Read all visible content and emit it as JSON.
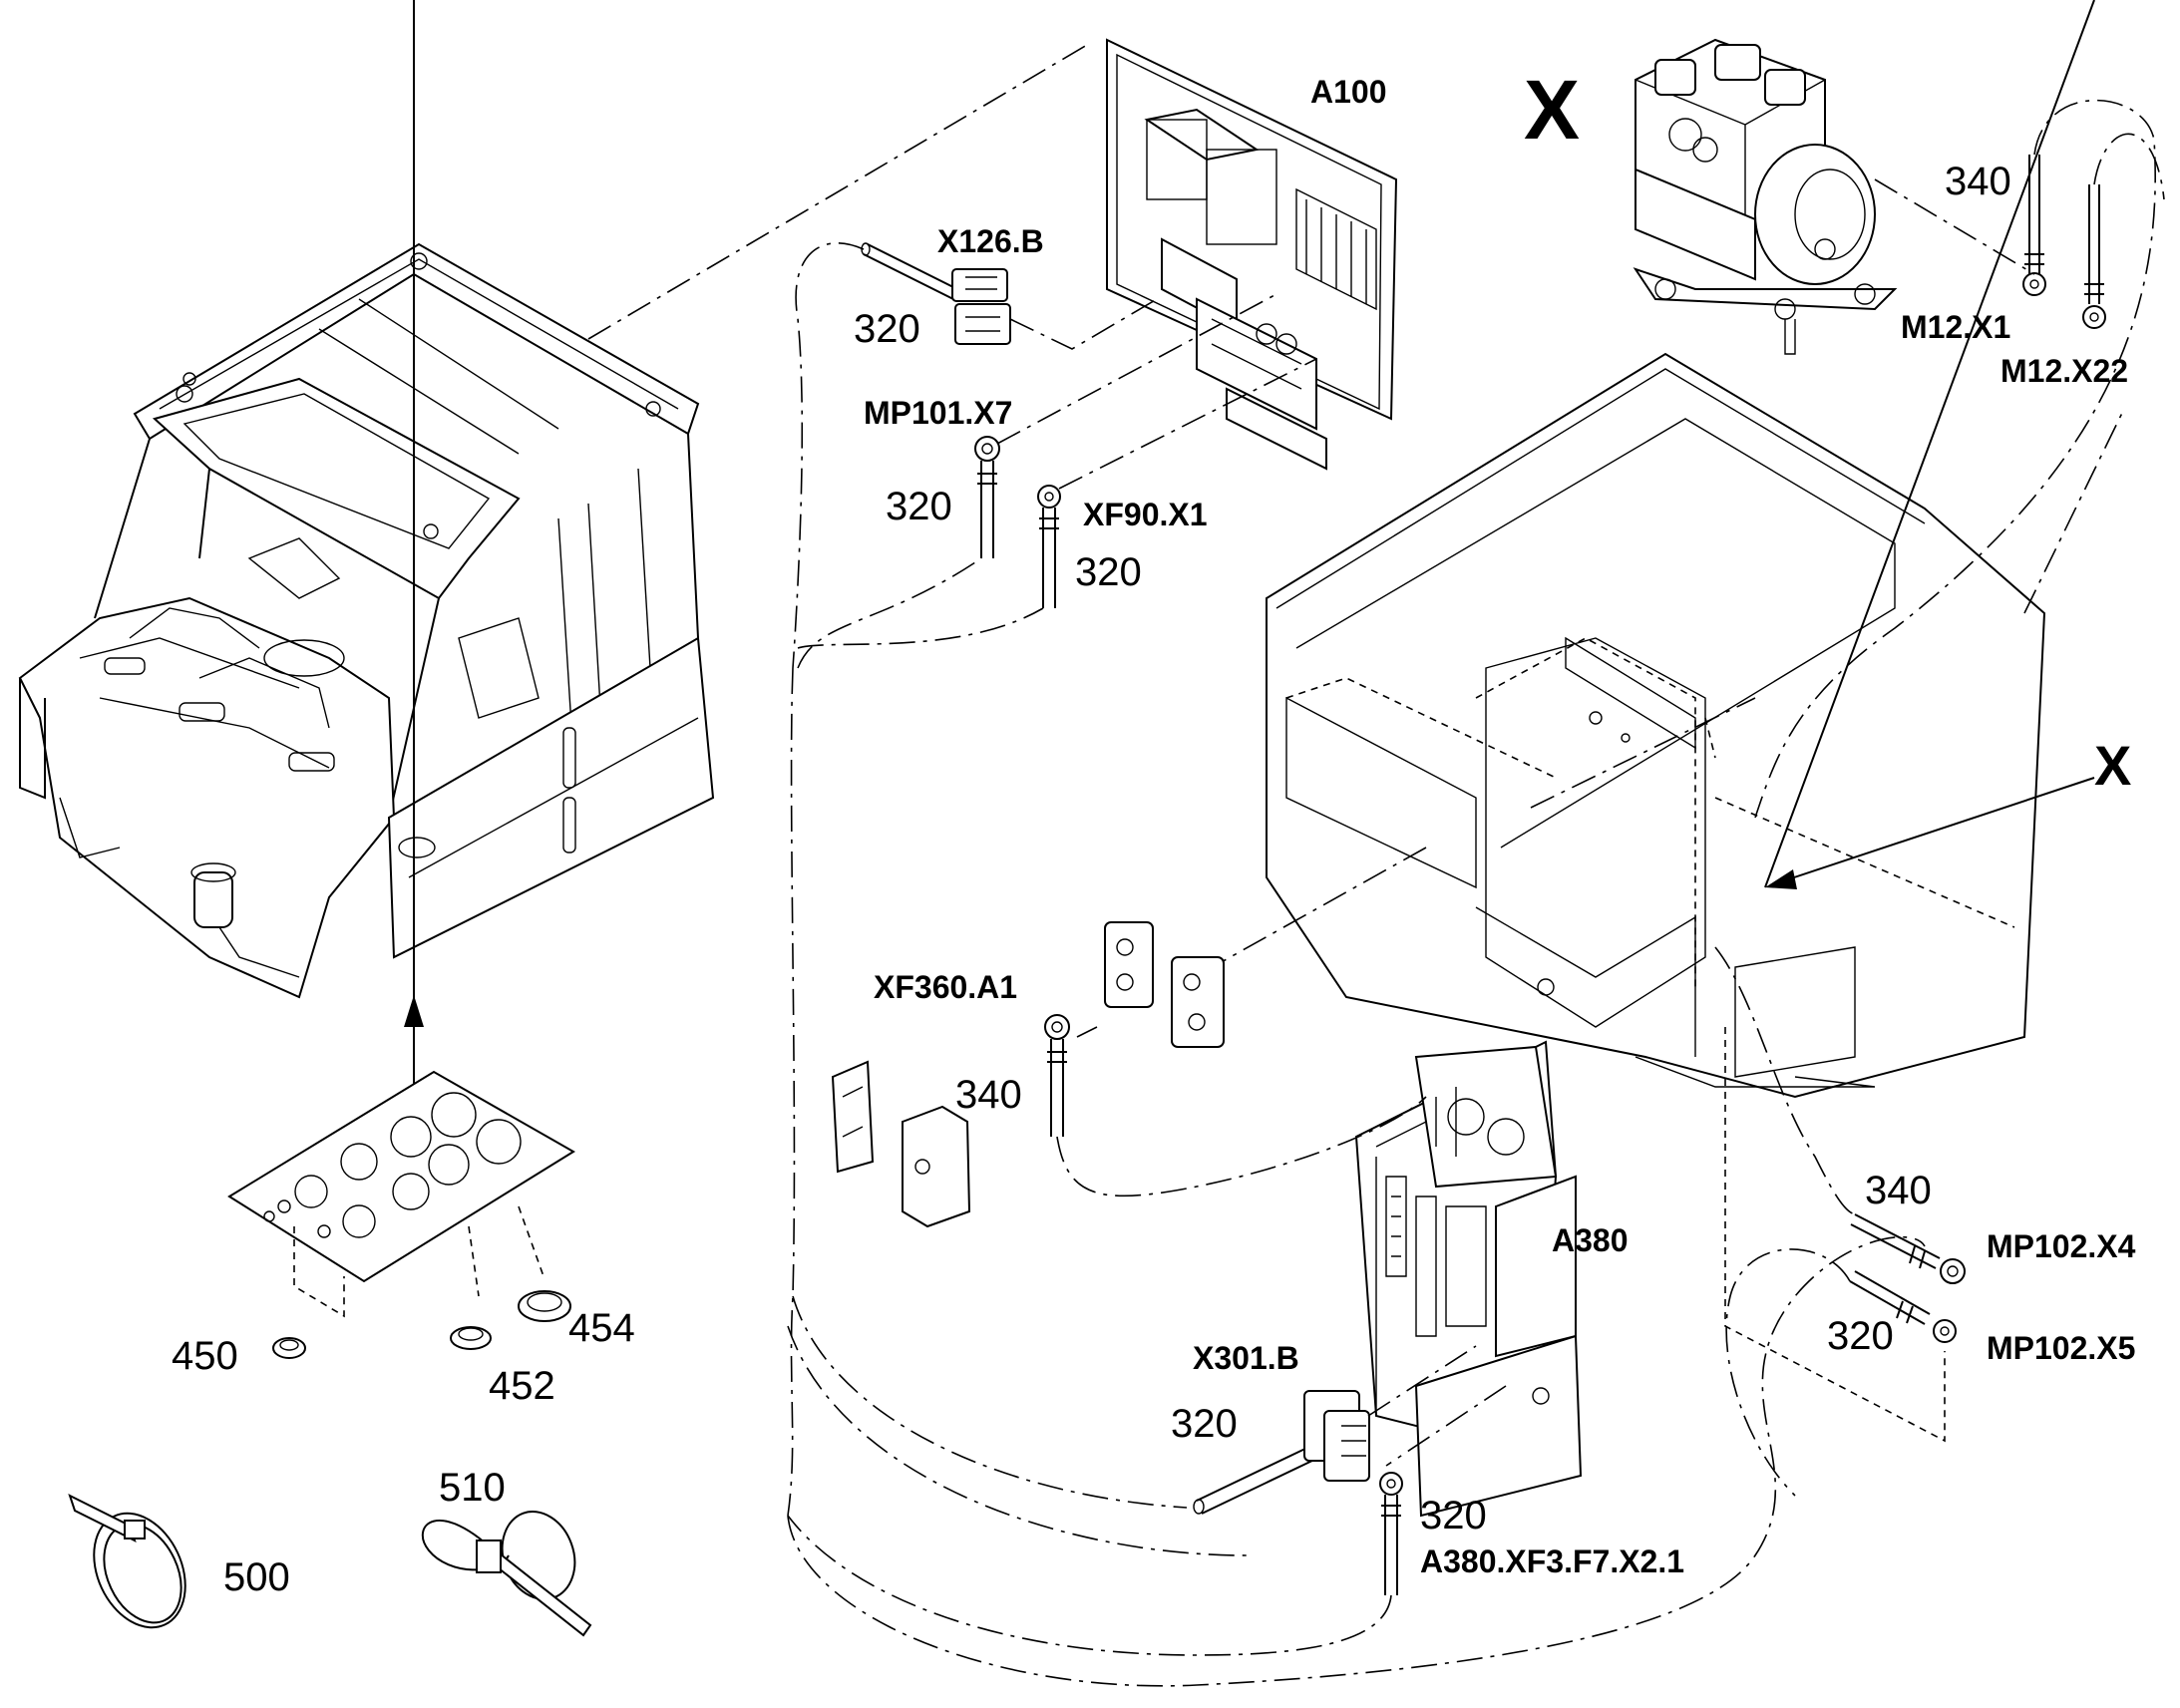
{
  "view_markers": {
    "detail_view_letter": "X",
    "callout_letter": "X"
  },
  "components": {
    "a100": "A100",
    "a380": "A380"
  },
  "connectors": {
    "x126b": "X126.B",
    "mp101x7": "MP101.X7",
    "xf90x1": "XF90.X1",
    "m12x1": "M12.X1",
    "m12x22": "M12.X22",
    "xf360a1": "XF360.A1",
    "mp102x4": "MP102.X4",
    "mp102x5": "MP102.X5",
    "x301b": "X301.B",
    "a380xf3": "A380.XF3.F7.X2.1"
  },
  "item_numbers": {
    "x126b_cable": "320",
    "mp101x7_cable": "320",
    "xf90x1_cable": "320",
    "m12_cable": "340",
    "xf360a1_cable": "340",
    "mp102x4_cable": "340",
    "mp102x5_cable": "320",
    "x301b_cable": "320",
    "a380xf3_cable": "320",
    "grommet_small": "450",
    "grommet_medium": "452",
    "grommet_large": "454",
    "cable_tie": "500",
    "cable_clamp": "510"
  }
}
